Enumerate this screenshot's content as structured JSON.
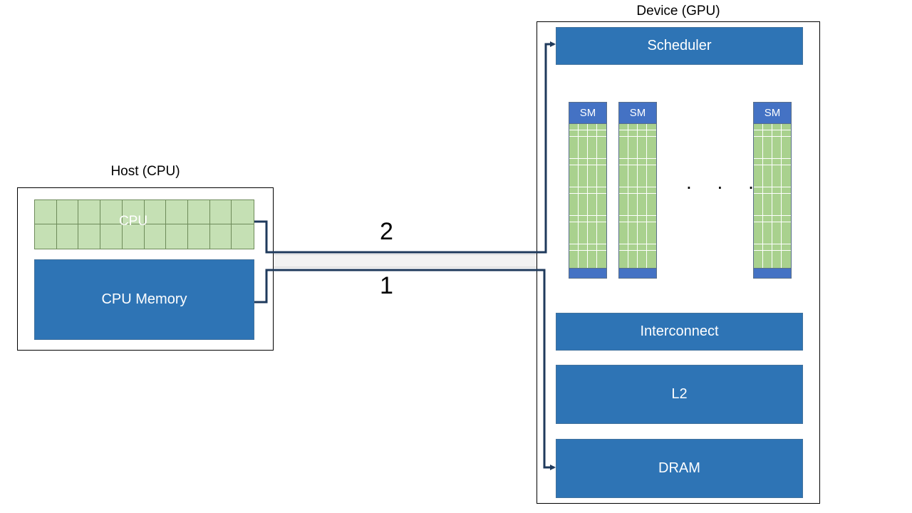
{
  "host": {
    "title": "Host (CPU)",
    "cpu_label": "CPU",
    "memory_label": "CPU Memory"
  },
  "device": {
    "title": "Device (GPU)",
    "scheduler_label": "Scheduler",
    "sm_units": [
      {
        "label": "SM"
      },
      {
        "label": "SM"
      },
      {
        "label": "SM"
      }
    ],
    "ellipsis": ". . .",
    "interconnect_label": "Interconnect",
    "l2_label": "L2",
    "dram_label": "DRAM"
  },
  "paths": {
    "path_2_label": "2",
    "path_1_label": "1"
  },
  "colors": {
    "block_blue": "#2e74b5",
    "sm_blue": "#4472c4",
    "core_green": "#a9d18e",
    "cpu_green": "#c5e0b4",
    "link_navy": "#1f3a5c"
  }
}
